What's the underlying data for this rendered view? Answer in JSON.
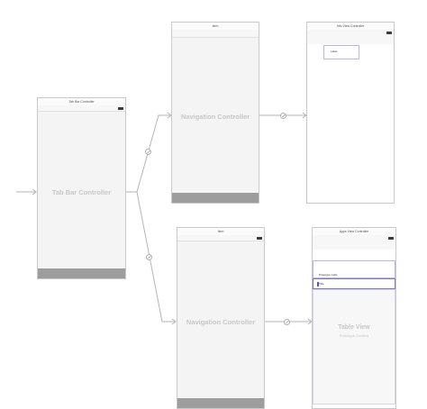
{
  "tab_bar_controller": {
    "scene_title": "Tab Bar Controller",
    "center_label": "Tab Bar Controller"
  },
  "nav_controller_top": {
    "scene_title": "Item",
    "center_label": "Navigation Controller"
  },
  "nav_controller_bottom": {
    "scene_title": "Item",
    "center_label": "Navigation Controller"
  },
  "info_view_controller": {
    "scene_title": "Info View Controller",
    "widget_text": "Label"
  },
  "apps_view_controller": {
    "scene_title": "Apps View Controller",
    "header_text": "Prototype Cells",
    "cell_text": "Title",
    "table_view_label": "Table View",
    "table_view_sublabel": "Prototype Content"
  },
  "colors": {
    "canvas": "#ffffff",
    "scene_bg": "#f4f4f4",
    "tab_bar": "#9d9d9d",
    "connection_line": "#b5b5b5",
    "table_accent": "#7b76c6"
  }
}
